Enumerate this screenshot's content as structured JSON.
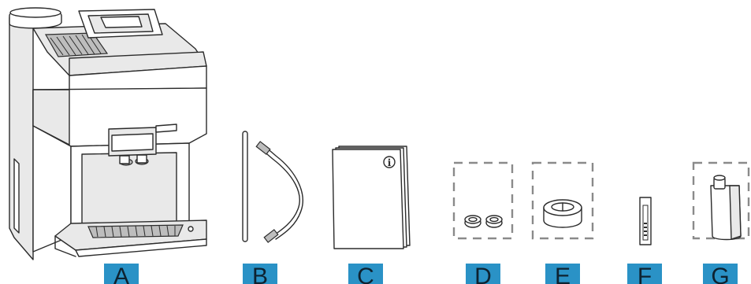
{
  "labels": {
    "a": "A",
    "b": "B",
    "c": "C",
    "d": "D",
    "e": "E",
    "f": "F",
    "g": "G"
  },
  "manual_symbol": "i",
  "colors": {
    "badge": "#2a92c6",
    "badge_text": "#0e2230",
    "line": "#2b2b2b"
  },
  "icons": {
    "a": "coffee-machine-icon",
    "b": "milk-tube-icon",
    "c": "instruction-manual-icon",
    "d": "cleaning-tablets-icon",
    "e": "descaling-tablet-icon",
    "f": "water-hardness-test-strip-icon",
    "g": "water-filter-icon"
  }
}
